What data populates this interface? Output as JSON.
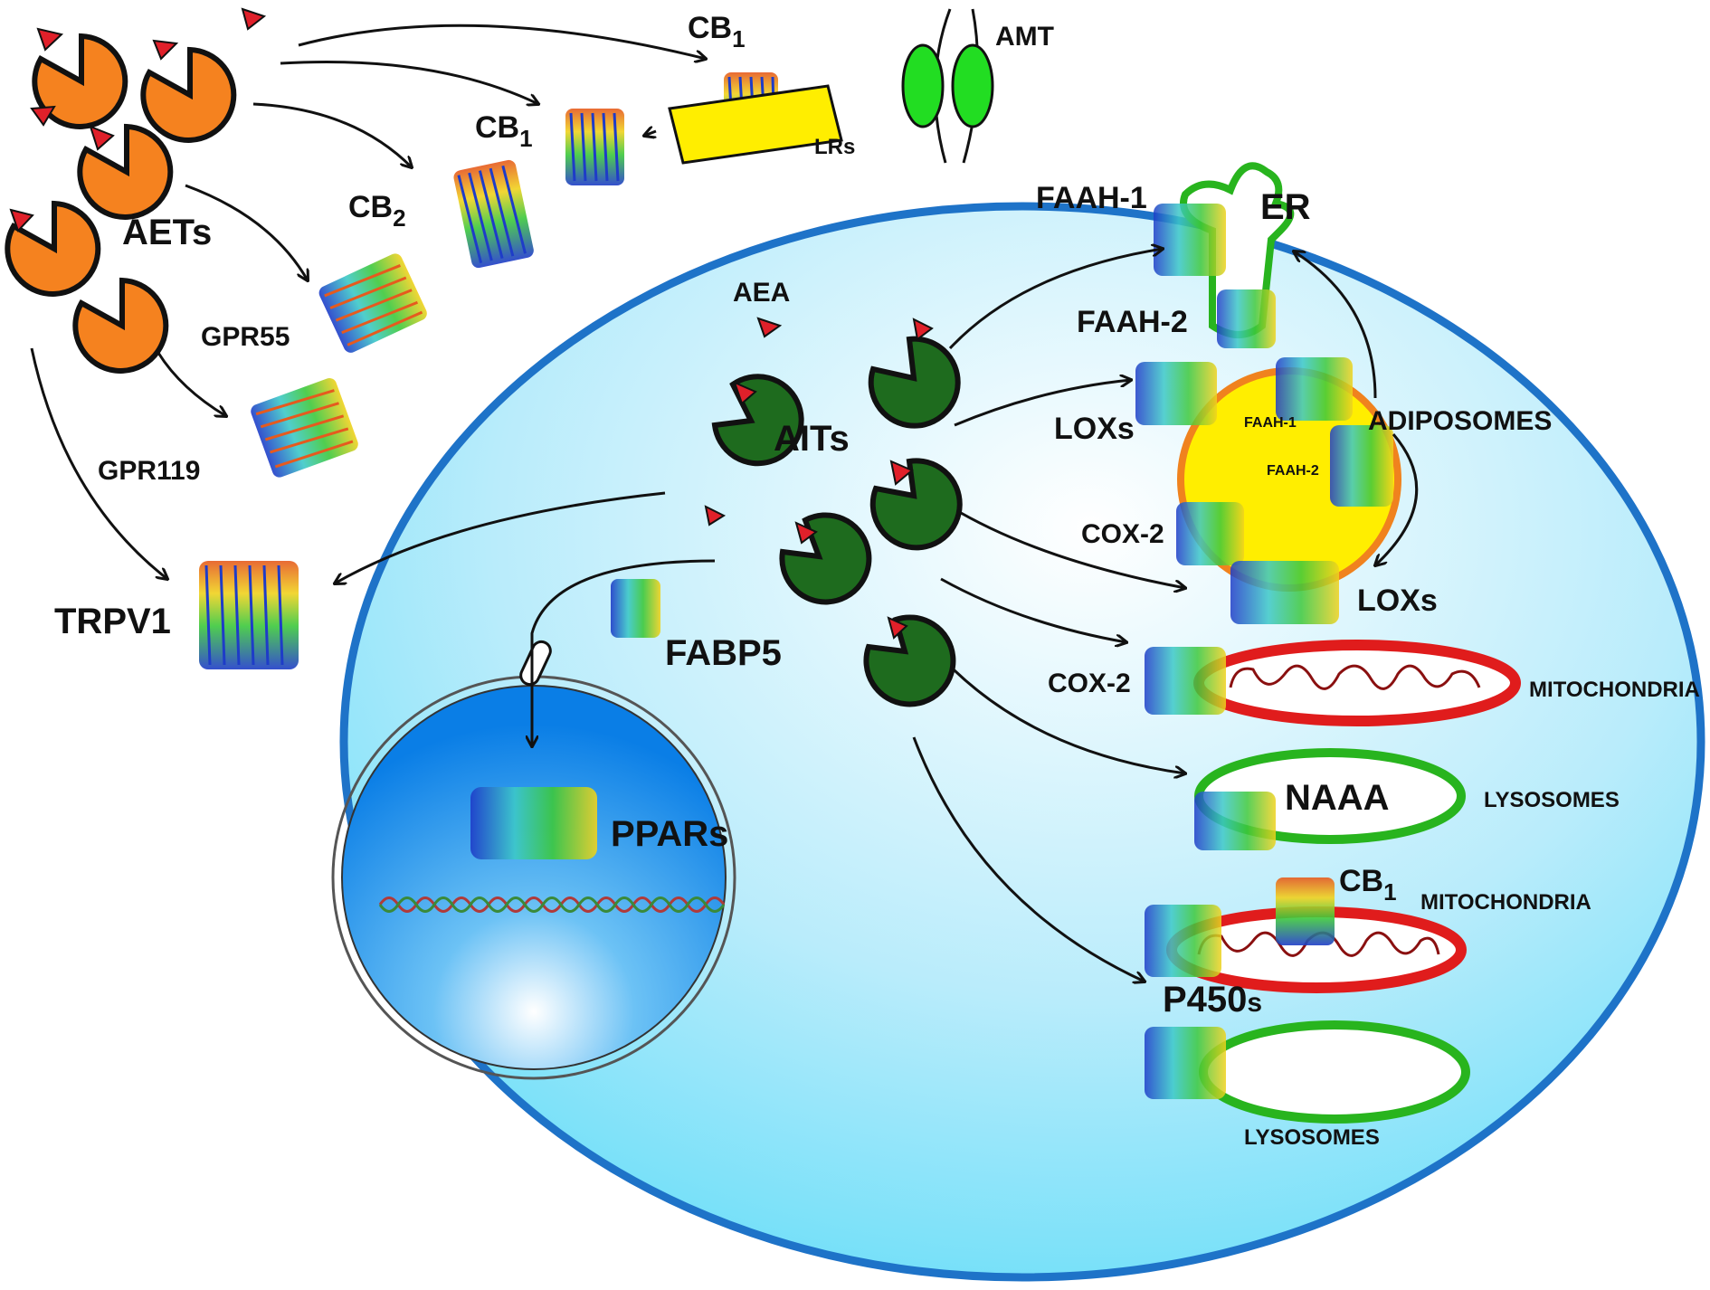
{
  "colors": {
    "cell_fill_top": "#e4f8fd",
    "cell_fill_bottom": "#5fdcf8",
    "cell_border": "#1e73c8",
    "aet_orange": "#f5821f",
    "ait_green": "#1e6b1e",
    "ligand_red": "#e0202a",
    "raft_yellow": "#ffee00",
    "amt_green": "#22dd22",
    "nucleus_blue": "#0a7ee6",
    "mito_red": "#e01c1c",
    "lyso_green": "#28b41e",
    "adiposome_ring": "#f0821e",
    "adiposome_fill": "#ffee00"
  },
  "labels": {
    "aets": "AETs",
    "cb1_top": "CB",
    "cb1_top_sub": "1",
    "cb1_mid": "CB",
    "cb1_mid_sub": "1",
    "cb2": "CB",
    "cb2_sub": "2",
    "lrs": "LRs",
    "amt": "AMT",
    "gpr55": "GPR55",
    "gpr119": "GPR119",
    "trpv1": "TRPV1",
    "aea": "AEA",
    "aits": "AITs",
    "fabp5": "FABP5",
    "ppars": "PPARs",
    "faah1": "FAAH-1",
    "faah2": "FAAH-2",
    "er": "ER",
    "loxs_1": "LOXs",
    "adiposomes": "ADIPOSOMES",
    "adip_faah1": "FAAH-1",
    "adip_faah2": "FAAH-2",
    "cox2_1": "COX-2",
    "loxs_2": "LOXs",
    "cox2_2": "COX-2",
    "mitochondria_1": "MITOCHONDRIA",
    "naaa": "NAAA",
    "lysosomes_1": "LYSOSOMES",
    "cb1_mito": "CB",
    "cb1_mito_sub": "1",
    "mitochondria_2": "MITOCHONDRIA",
    "p450s": "P450",
    "p450s_sub": "s",
    "lysosomes_2": "LYSOSOMES"
  },
  "icons": {
    "aet": "pacman-orange-icon",
    "ait": "pacman-green-icon",
    "ligand": "red-triangle-icon",
    "receptor": "protein-ribbon-icon",
    "dna": "dna-helix-icon"
  }
}
